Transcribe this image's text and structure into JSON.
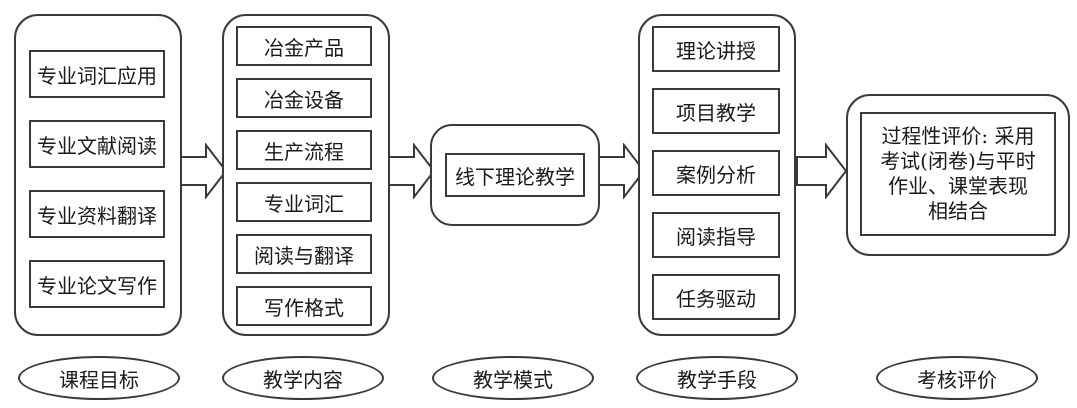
{
  "groups": {
    "objectives": {
      "items": [
        "专业词汇应用",
        "专业文献阅读",
        "专业资料翻译",
        "专业论文写作"
      ],
      "label": "课程目标"
    },
    "content": {
      "items": [
        "冶金产品",
        "冶金设备",
        "生产流程",
        "专业词汇",
        "阅读与翻译",
        "写作格式"
      ],
      "label": "教学内容"
    },
    "mode": {
      "items": [
        "线下理论教学"
      ],
      "label": "教学模式"
    },
    "methods": {
      "items": [
        "理论讲授",
        "项目教学",
        "案例分析",
        "阅读指导",
        "任务驱动"
      ],
      "label": "教学手段"
    },
    "evaluation": {
      "text_lines": [
        "过程性评价: 采用",
        "考试(闭卷)与平时",
        "作业、课堂表现",
        "相结合"
      ],
      "label": "考核评价"
    }
  }
}
